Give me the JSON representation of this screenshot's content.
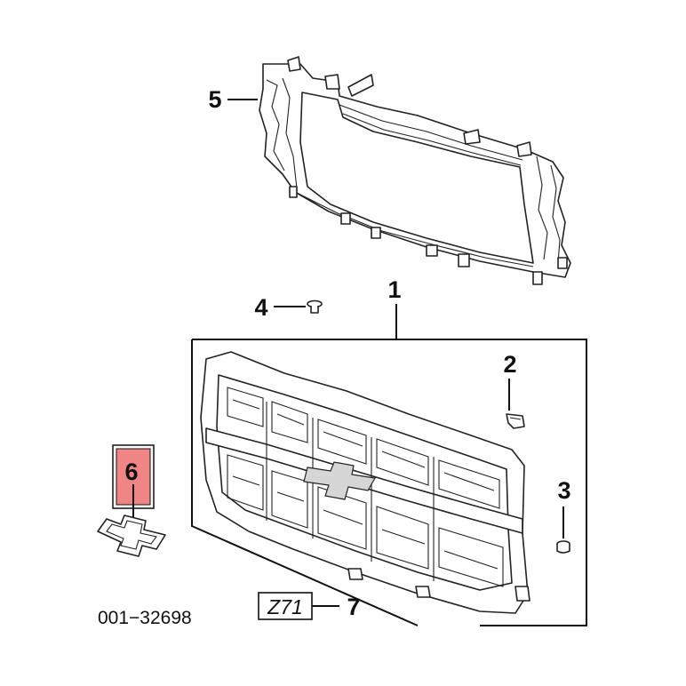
{
  "callouts": {
    "c1": "1",
    "c2": "2",
    "c3": "3",
    "c4": "4",
    "c5": "5",
    "c6": "6",
    "c7": "7"
  },
  "badge_text": "Z71",
  "diagram_code": "001−32698",
  "highlight_color": "#f08585",
  "line_color": "#111111"
}
